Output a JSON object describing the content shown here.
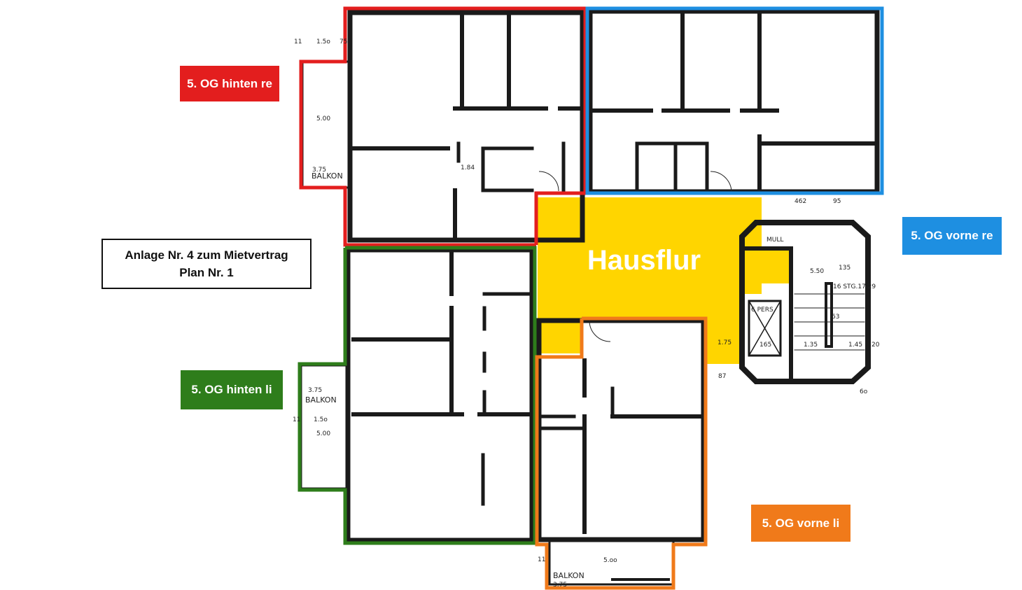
{
  "document": {
    "line1": "Anlage Nr. 4 zum Mietvertrag",
    "line2": "Plan Nr. 1"
  },
  "common_area": {
    "label": "Hausflur",
    "color": "#FFD500"
  },
  "units": {
    "hinten_re": {
      "label": "5. OG hinten re",
      "color": "#E31E1E"
    },
    "vorne_re": {
      "label": "5. OG vorne re",
      "color": "#1E8FE1"
    },
    "hinten_li": {
      "label": "5. OG hinten li",
      "color": "#2E7D1B"
    },
    "vorne_li": {
      "label": "5. OG vorne li",
      "color": "#F07A1A"
    }
  },
  "plan_labels": {
    "balkon": "BALKON",
    "muell": "MULL",
    "pers": "6 PERS",
    "stg": "16 STG.17.29"
  },
  "dimensions": {
    "d375": "3.75",
    "d150": "1.5o",
    "d500": "5.00",
    "d11": "11",
    "d75": "75",
    "d462": "462",
    "d550": "5.50",
    "d135": "135",
    "d165": "165",
    "d145": "1.45",
    "d20": "20",
    "d60": "6o",
    "d500b": "5.oo",
    "d87": "87",
    "d135b": "1.35",
    "d175": "1.75",
    "d95": "95",
    "d184": "1.84",
    "d63": "63"
  }
}
